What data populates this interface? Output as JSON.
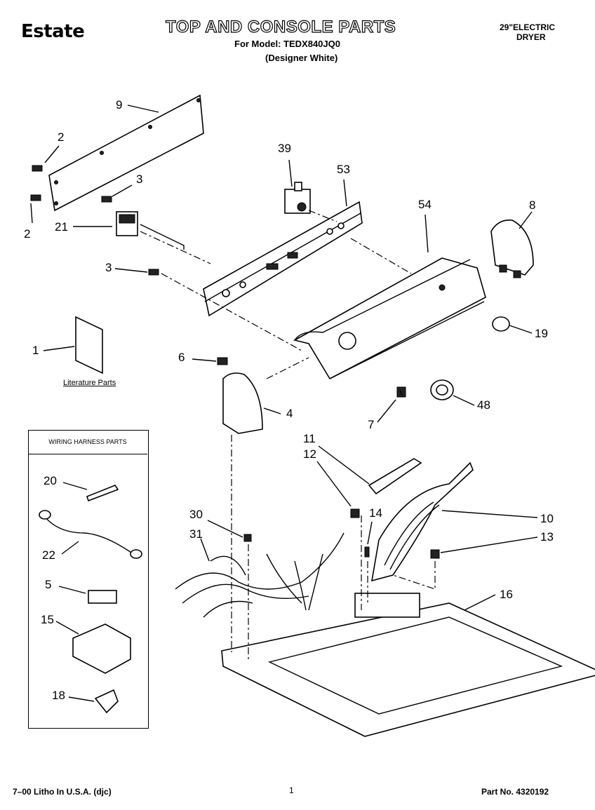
{
  "header": {
    "brand": "Estate",
    "title": "TOP AND CONSOLE PARTS",
    "model_line": "For Model: TEDX840JQ0",
    "variant_line": "(Designer White)",
    "product_line1": "29\"ELECTRIC",
    "product_line2": "DRYER"
  },
  "callouts": [
    "9",
    "2",
    "3",
    "2",
    "21",
    "3",
    "39",
    "53",
    "54",
    "8",
    "19",
    "1",
    "6",
    "4",
    "7",
    "48",
    "11",
    "12",
    "10",
    "14",
    "13",
    "30",
    "31",
    "16",
    "20",
    "22",
    "5",
    "15",
    "18"
  ],
  "labels": {
    "literature": "Literature Parts",
    "wiring_harness": "WIRING HARNESS PARTS"
  },
  "footer": {
    "litho": "7–00 Litho In U.S.A. (djc)",
    "page": "1",
    "part_no": "Part No. 4320192"
  }
}
